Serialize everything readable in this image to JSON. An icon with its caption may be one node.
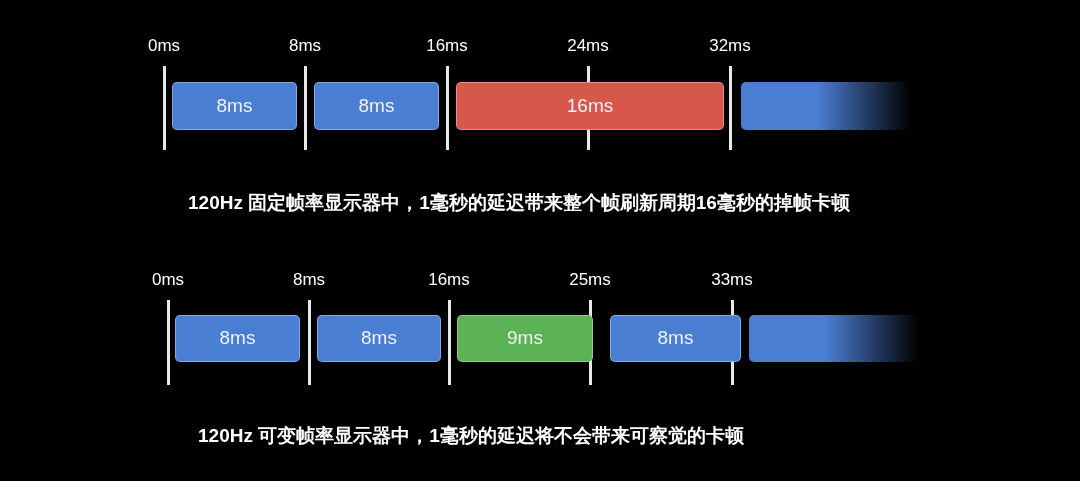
{
  "diagram": {
    "nodes": [
      {
        "text": [
          "8ms"
        ]
      },
      {
        "text": [
          "8ms"
        ]
      },
      {
        "text": [
          "16ms"
        ]
      },
      {
        "text": [],
        "shape": "bar"
      },
      {
        "text": [
          "8ms"
        ]
      },
      {
        "text": [
          "8ms"
        ]
      },
      {
        "text": [
          "9ms"
        ]
      },
      {
        "text": [
          "8ms"
        ]
      },
      {
        "text": [],
        "shape": "bar"
      }
    ],
    "labels": [
      "0ms",
      "8ms",
      "16ms",
      "24ms",
      "32ms",
      "120Hz 固定帧率显示器中，1毫秒的延迟带来整个帧刷新周期16毫秒的掉帧卡顿",
      "0ms",
      "8ms",
      "16ms",
      "25ms",
      "33ms",
      "120Hz 可变帧率显示器中，1毫秒的延迟将不会带来可察觉的卡顿"
    ]
  }
}
